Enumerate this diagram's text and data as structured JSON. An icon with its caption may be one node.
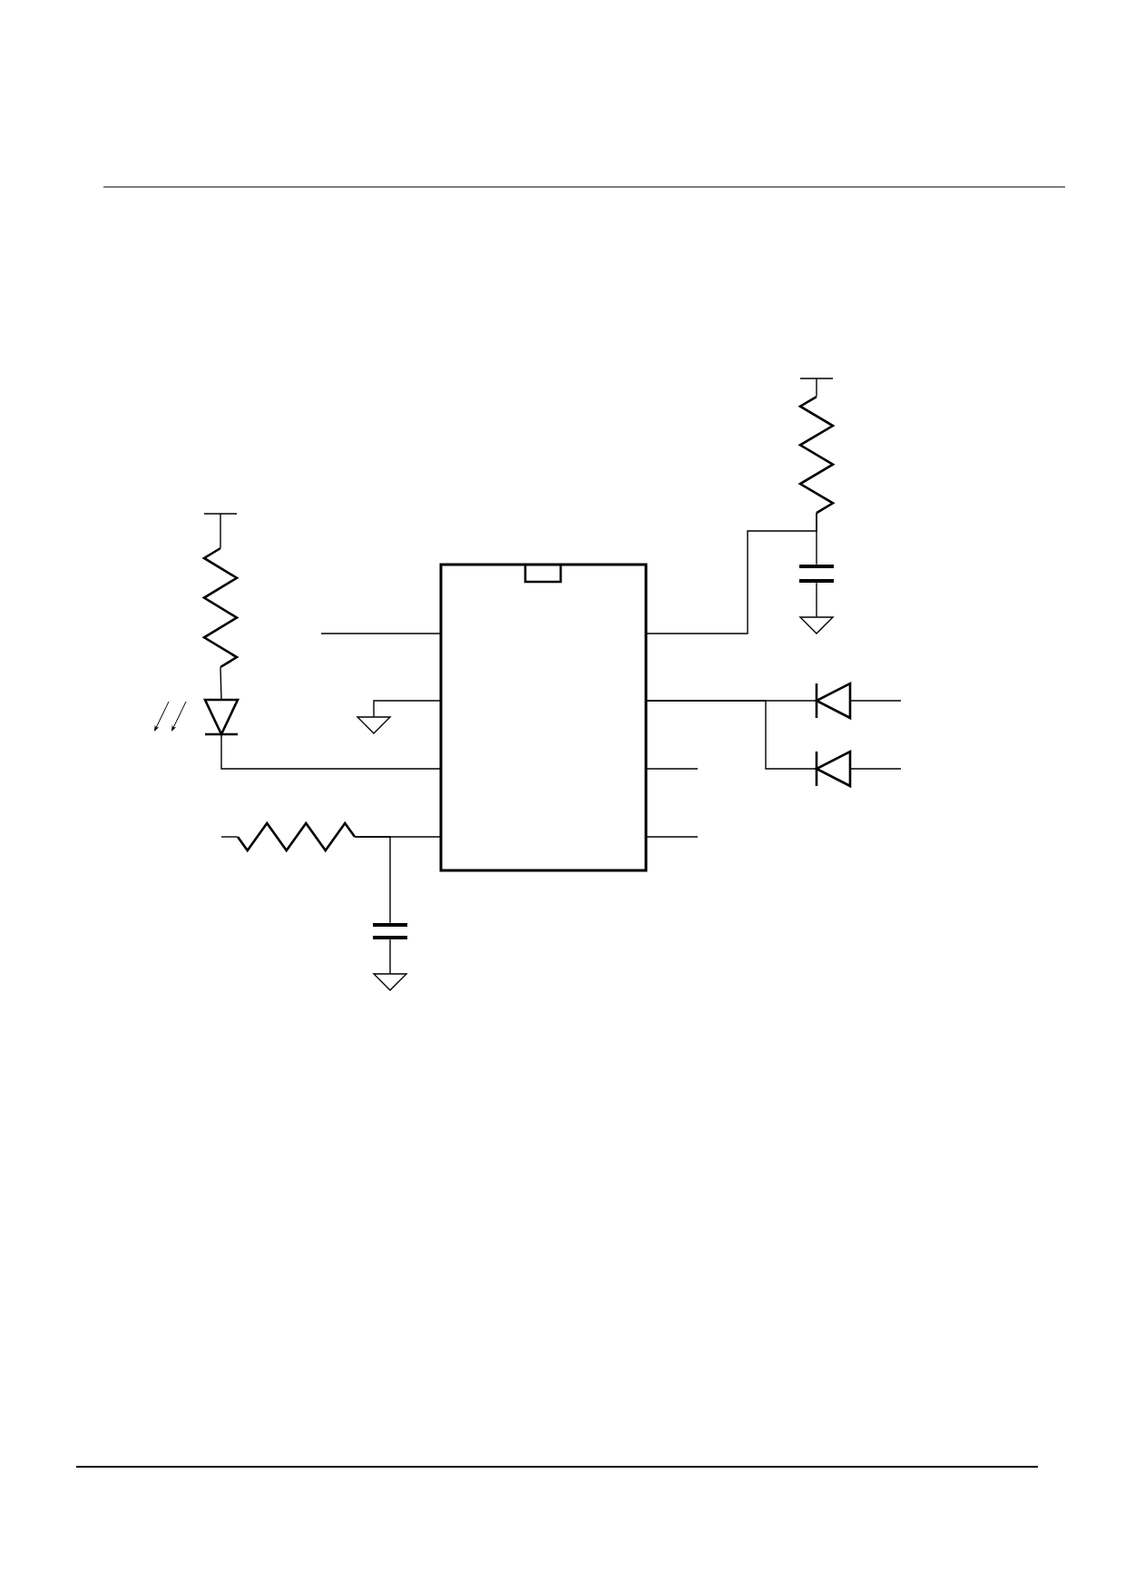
{
  "diagram": {
    "nodes": [
      {
        "text": [],
        "shape": "box"
      },
      {
        "text": [],
        "shape": "resistor"
      },
      {
        "text": [],
        "shape": "diode"
      },
      {
        "text": [],
        "shape": "ground"
      },
      {
        "text": [],
        "shape": "resistor"
      },
      {
        "text": [],
        "shape": "capacitor"
      },
      {
        "text": [],
        "shape": "ground"
      },
      {
        "text": [],
        "shape": "resistor"
      },
      {
        "text": [],
        "shape": "capacitor"
      },
      {
        "text": [],
        "shape": "ground"
      },
      {
        "text": [],
        "shape": "diode"
      },
      {
        "text": [],
        "shape": "diode"
      }
    ],
    "edges": [
      {
        "from": null,
        "to": 1,
        "arrow": "none"
      },
      {
        "from": 1,
        "to": 2,
        "arrow": "none"
      },
      {
        "from": 2,
        "to": 0,
        "arrow": "none"
      },
      {
        "from": null,
        "to": 0,
        "arrow": "none"
      },
      {
        "from": 0,
        "to": 3,
        "arrow": "none"
      },
      {
        "from": null,
        "to": 4,
        "arrow": "none"
      },
      {
        "from": 4,
        "to": 0,
        "arrow": "none"
      },
      {
        "from": 4,
        "to": 5,
        "arrow": "none"
      },
      {
        "from": 5,
        "to": 6,
        "arrow": "none"
      },
      {
        "from": null,
        "to": 7,
        "arrow": "none"
      },
      {
        "from": 7,
        "to": 8,
        "arrow": "none"
      },
      {
        "from": 0,
        "to": 7,
        "arrow": "none"
      },
      {
        "from": 8,
        "to": 9,
        "arrow": "none"
      },
      {
        "from": 0,
        "to": 10,
        "arrow": "none"
      },
      {
        "from": 0,
        "to": 11,
        "arrow": "none"
      },
      {
        "from": 10,
        "to": null,
        "arrow": "none"
      },
      {
        "from": 11,
        "to": null,
        "arrow": "none"
      },
      {
        "from": 0,
        "to": null,
        "arrow": "none"
      },
      {
        "from": 0,
        "to": null,
        "arrow": "none"
      }
    ]
  }
}
